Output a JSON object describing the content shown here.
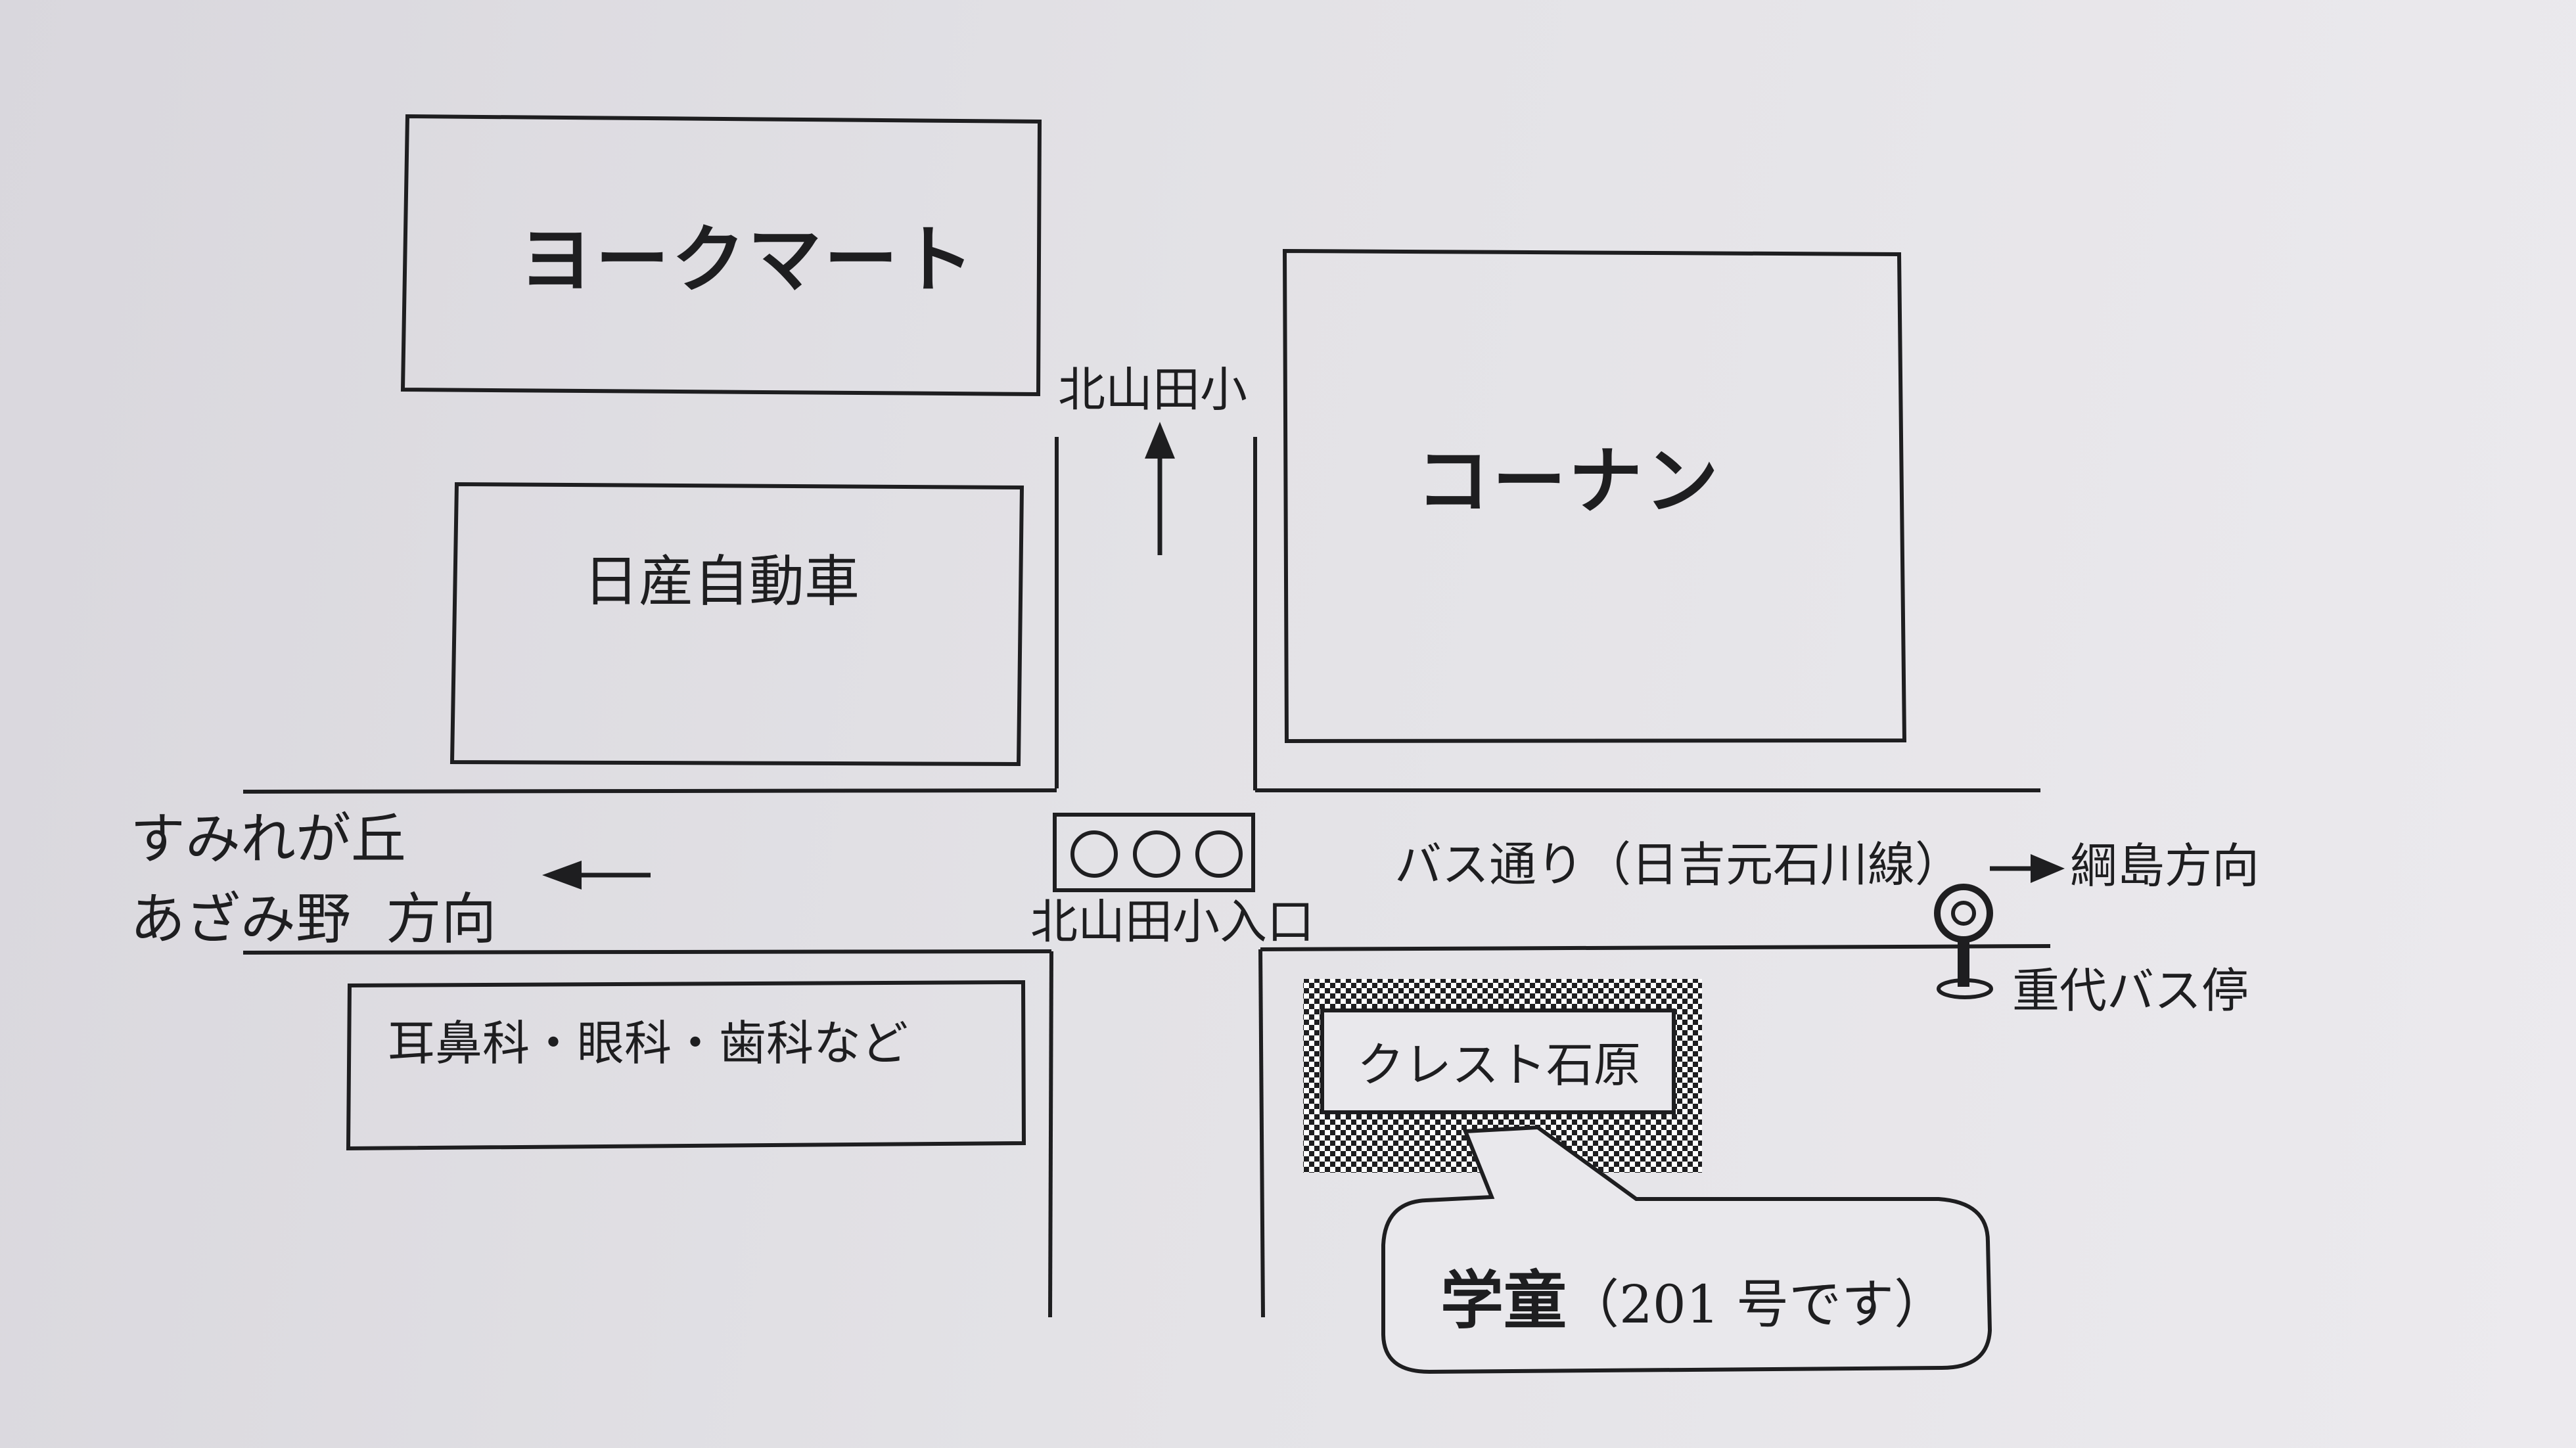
{
  "map": {
    "buildings": {
      "york_mart": "ヨークマート",
      "nissan": "日産自動車",
      "konan": "コーナン",
      "clinics": "耳鼻科・眼科・歯科など",
      "crest": "クレスト石原"
    },
    "labels": {
      "north_school": "北山田小",
      "signal_name": "北山田小入口",
      "west_line1": "すみれが丘",
      "west_line2": "あざみ野  方向",
      "bus_street": "バス通り（日吉元石川線）",
      "east_direction": "綱島方向",
      "bus_stop": "重代バス停"
    },
    "callout": {
      "main": "学童",
      "note": "（201 号です）"
    },
    "icons": [
      "up-arrow-icon",
      "left-arrow-icon",
      "right-arrow-icon",
      "traffic-signal-icon",
      "bus-stop-icon"
    ]
  }
}
